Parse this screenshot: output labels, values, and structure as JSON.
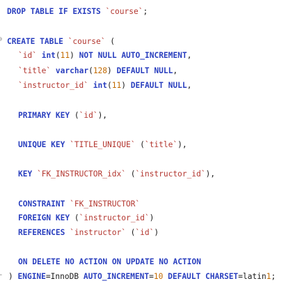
{
  "code_lines": [
    {
      "id": "l1",
      "text": "DROP TABLE IF EXISTS `course`;"
    },
    {
      "id": "l2",
      "text": "CREATE TABLE `course` ("
    },
    {
      "id": "l3",
      "text": "`id` int(11) NOT NULL AUTO_INCREMENT,"
    },
    {
      "id": "l4",
      "text": "`title` varchar(128) DEFAULT NULL,"
    },
    {
      "id": "l5",
      "text": "`instructor_id` int(11) DEFAULT NULL,"
    },
    {
      "id": "l6",
      "text": "PRIMARY KEY (`id`),"
    },
    {
      "id": "l7",
      "text": "UNIQUE KEY `TITLE_UNIQUE` (`title`),"
    },
    {
      "id": "l8",
      "text": "KEY `FK_INSTRUCTOR_idx` (`instructor_id`),"
    },
    {
      "id": "l9",
      "text": "CONSTRAINT `FK_INSTRUCTOR`"
    },
    {
      "id": "l10",
      "text": "FOREIGN KEY (`instructor_id`)"
    },
    {
      "id": "l11",
      "text": "REFERENCES `instructor` (`id`)"
    },
    {
      "id": "l12",
      "text": "ON DELETE NO ACTION ON UPDATE NO ACTION"
    },
    {
      "id": "l13",
      "text": ") ENGINE=InnoDB AUTO_INCREMENT=10 DEFAULT CHARSET=latin1;"
    }
  ],
  "fold_markers": {
    "open": "⊖",
    "close": "⌐"
  },
  "colors": {
    "keyword": "#2a3fbf",
    "string": "#b3362f",
    "number": "#c26a00",
    "text": "#1a1a1a"
  }
}
